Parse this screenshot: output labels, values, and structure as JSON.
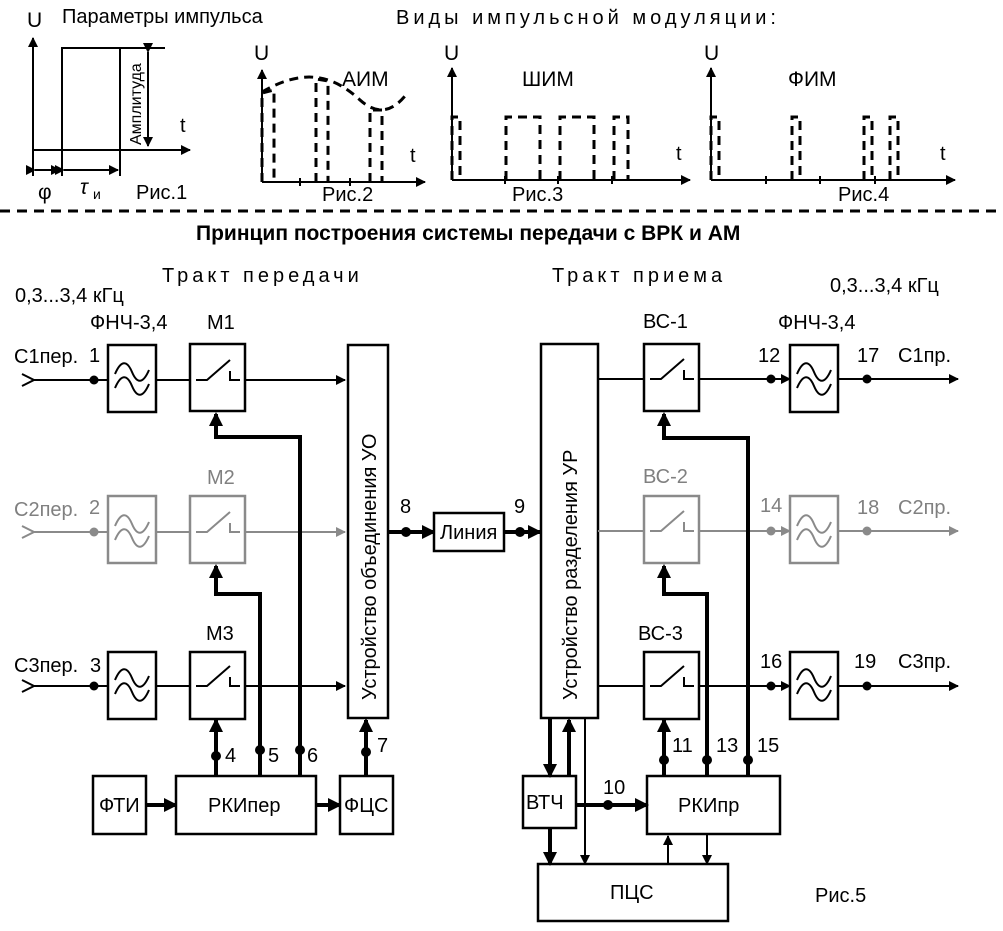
{
  "top": {
    "u_axis": "U",
    "t_axis": "t",
    "fig1_title": "Параметры импульса",
    "fig1_amplitude": "Амплитуда",
    "fig1_phi": "φ",
    "fig1_tau": "τ",
    "fig1_tau_sub": "и",
    "fig1_caption": "Рис.1",
    "modulation_title": "Виды импульсной модуляции:",
    "fig2_label": "АИМ",
    "fig2_caption": "Рис.2",
    "fig3_label": "ШИМ",
    "fig3_caption": "Рис.3",
    "fig4_label": "ФИМ",
    "fig4_caption": "Рис.4"
  },
  "main_title": "Принцип построения системы передачи с ВРК и АМ",
  "tx_path": "Тракт передачи",
  "rx_path": "Тракт приема",
  "band_left": "0,3...3,4 кГц",
  "band_right": "0,3...3,4 кГц",
  "filter_label_left": "ФНЧ-3,4",
  "filter_label_right": "ФНЧ-3,4",
  "inputs": [
    "С1пер.",
    "С2пер.",
    "С3пер."
  ],
  "outputs": [
    "С1пр.",
    "С2пр.",
    "С3пр."
  ],
  "modulators": [
    "М1",
    "М2",
    "М3"
  ],
  "selectors": [
    "ВС-1",
    "ВС-2",
    "ВС-3"
  ],
  "combiner": "Устройство объединения УО",
  "separator": "Устройство разделения УР",
  "line": "Линия",
  "blocks": {
    "fti": "ФТИ",
    "rki_tx": "РКИпер",
    "fcs": "ФЦС",
    "vtch": "ВТЧ",
    "rki_rx": "РКИпр",
    "pcs": "ПЦС"
  },
  "points": {
    "p1": "1",
    "p2": "2",
    "p3": "3",
    "p4": "4",
    "p5": "5",
    "p6": "6",
    "p7": "7",
    "p8": "8",
    "p9": "9",
    "p10": "10",
    "p11": "11",
    "p12": "12",
    "p13": "13",
    "p14": "14",
    "p15": "15",
    "p16": "16",
    "p17": "17",
    "p18": "18",
    "p19": "19"
  },
  "fig5_caption": "Рис.5",
  "colors": {
    "ink": "#000000",
    "muted": "#808080",
    "paper": "#ffffff"
  }
}
